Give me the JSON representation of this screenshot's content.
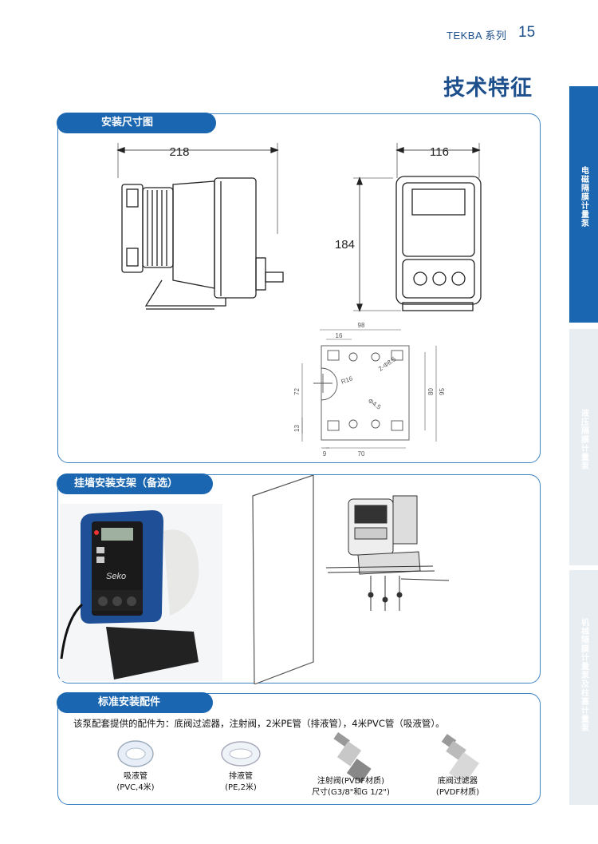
{
  "header": {
    "series": "TEKBA 系列",
    "page_number": "15"
  },
  "page_title": "技术特征",
  "side_tabs": [
    {
      "label": "电磁隔膜计量泵",
      "active": true
    },
    {
      "label": "液压隔膜计量泵",
      "active": false
    },
    {
      "label": "机械隔膜计量泵及柱塞计量泵",
      "active": false
    }
  ],
  "sections": {
    "dimensions": {
      "title": "安装尺寸图",
      "width_side": "218",
      "width_front": "116",
      "height_front": "184",
      "bracket": {
        "total_width": "98",
        "inner_offset": "16",
        "slot_top": "2-Φ8.5",
        "slot_bottom": "Φ4.5",
        "radius": "R16",
        "h1": "72",
        "h2": "13",
        "h3": "80",
        "h4": "95",
        "w_bottom": "70",
        "w_left": "9"
      }
    },
    "wall_bracket": {
      "title": "挂墙安装支架（备选）",
      "brand": "Seko"
    },
    "accessories": {
      "title": "标准安装配件",
      "intro": "该泵配套提供的配件为：底阀过滤器，注射阀，2米PE管（排液管），4米PVC管（吸液管）。",
      "items": [
        {
          "name": "吸液管",
          "detail": "(PVC,4米)"
        },
        {
          "name": "排液管",
          "detail": "(PE,2米)"
        },
        {
          "name": "注射阀(PVDF材质)",
          "detail": "尺寸(G3/8\"和G 1/2\")"
        },
        {
          "name": "底阀过滤器",
          "detail": "(PVDF材质)"
        }
      ]
    }
  }
}
